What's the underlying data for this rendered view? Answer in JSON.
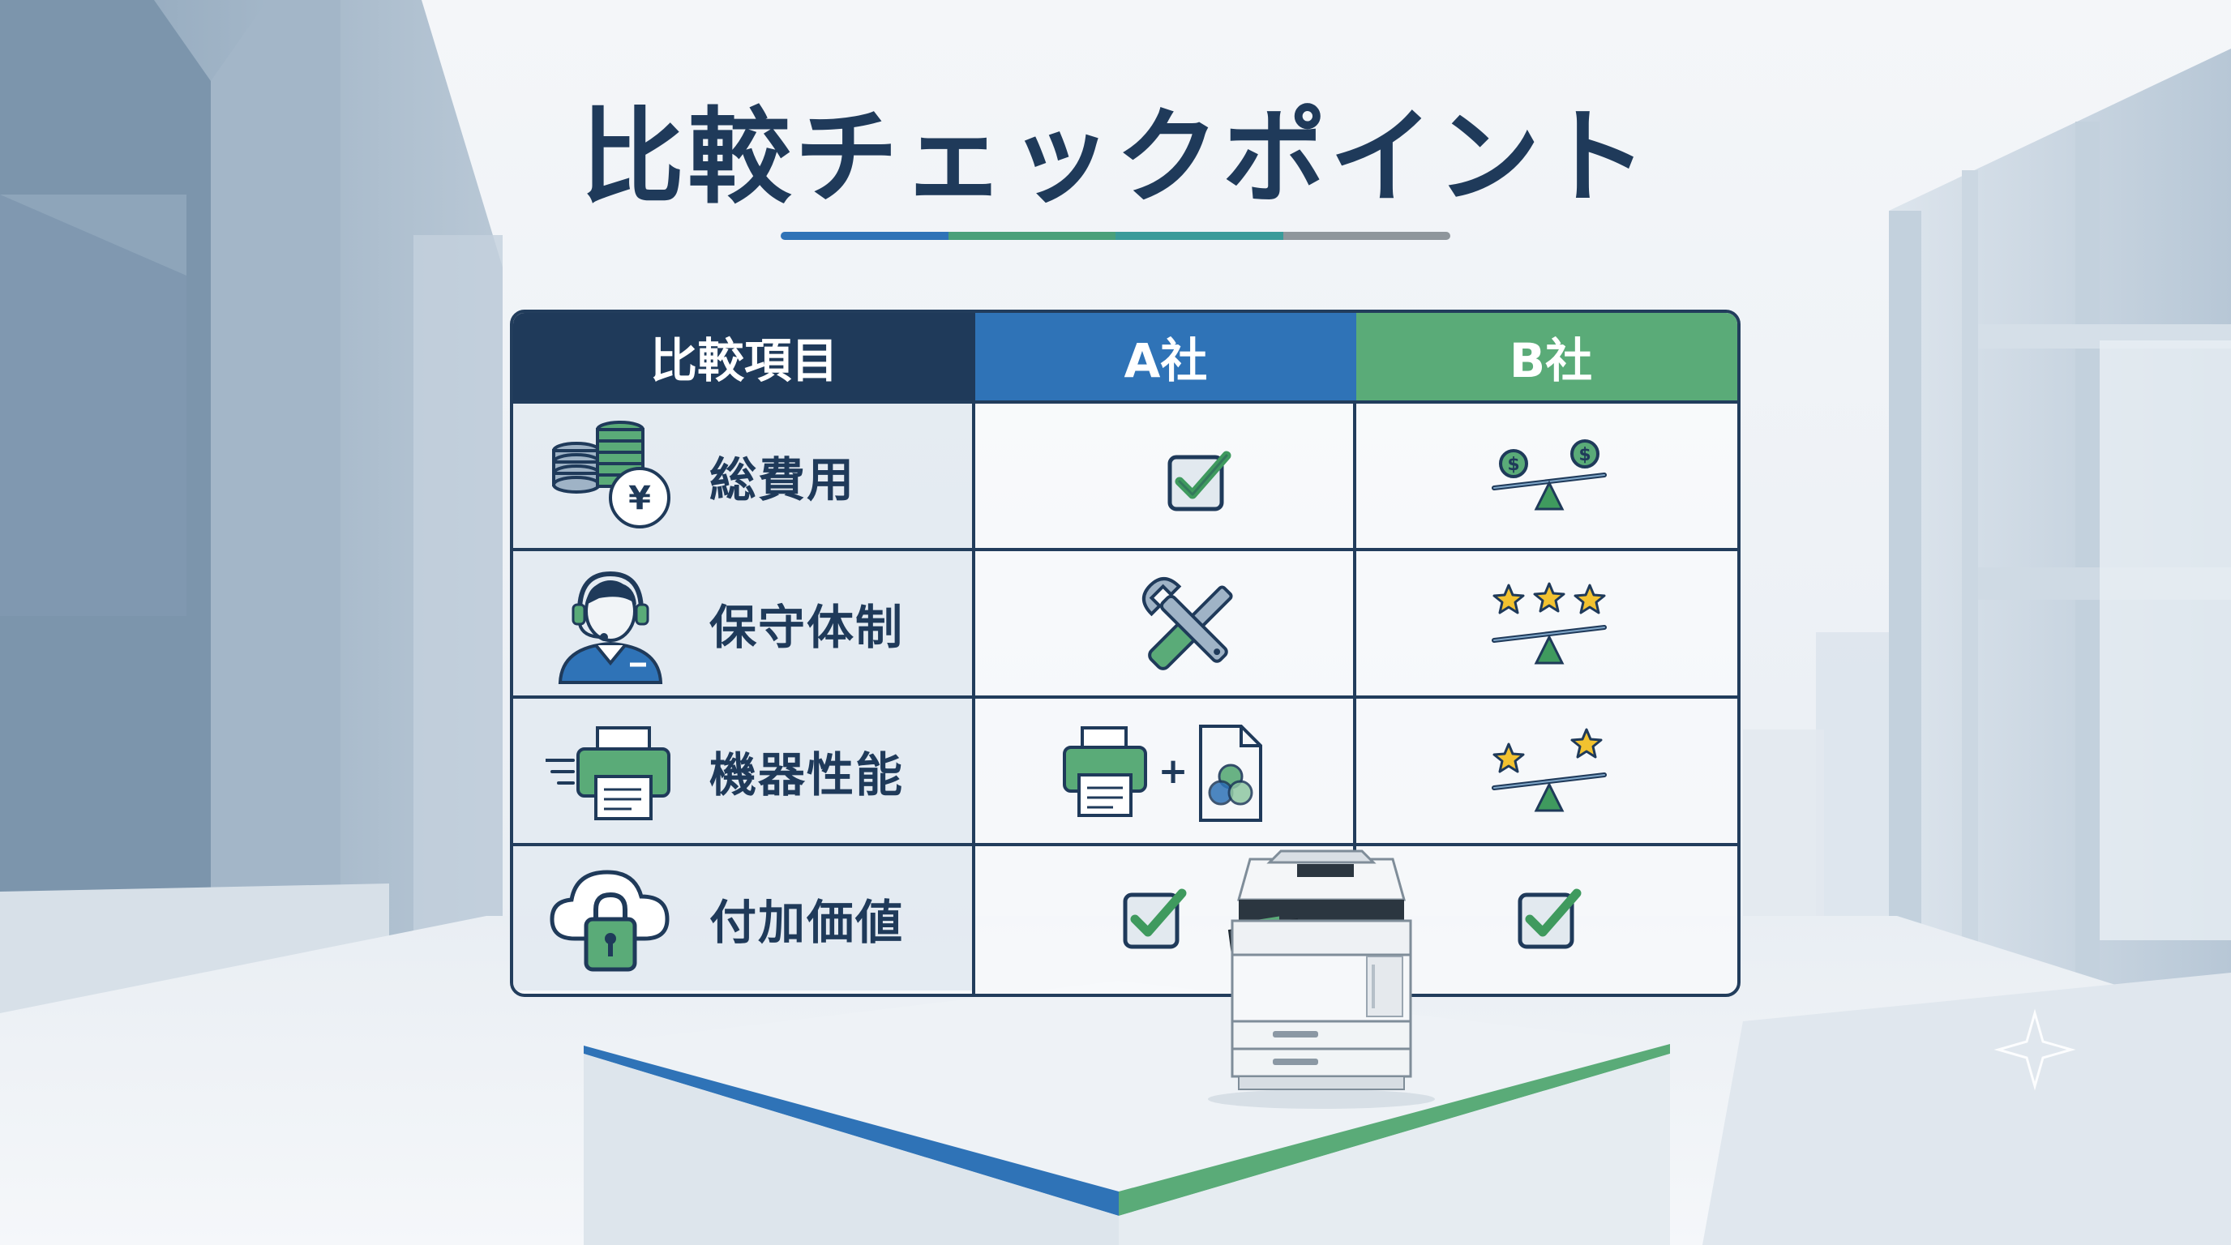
{
  "title": "比較チェックポイント",
  "title_underline_colors": [
    "#2f73b7",
    "#4aa07a",
    "#3a9b9a",
    "#8f969c"
  ],
  "table": {
    "headers": {
      "criterion": "比較項目",
      "company_a": "A社",
      "company_b": "B社"
    },
    "header_colors": {
      "criterion": "#1f3a5a",
      "company_a": "#2f73b7",
      "company_b": "#5aab78"
    },
    "rows": [
      {
        "label": "総費用",
        "icon": "coin-stack-yen-icon",
        "company_a_icon": "checkbox-checked-icon",
        "company_b_icon": "dollar-balance-scale-icon"
      },
      {
        "label": "保守体制",
        "icon": "support-agent-headset-icon",
        "company_a_icon": "wrench-screwdriver-icon",
        "company_b_icon": "three-star-balance-icon"
      },
      {
        "label": "機器性能",
        "icon": "fast-printer-icon",
        "company_a_icon": "printer-plus-color-document-icon",
        "company_b_icon": "two-star-balance-icon"
      },
      {
        "label": "付加価値",
        "icon": "cloud-lock-icon",
        "company_a_icon": "checkbox-checked-icon",
        "company_b_icon": "checkbox-checked-icon"
      }
    ]
  },
  "illustration": "multifunction-printer-on-platform",
  "colors": {
    "navy": "#1f3a5a",
    "blue": "#2f73b7",
    "green": "#5aab78",
    "check_green": "#3f9a5e"
  }
}
